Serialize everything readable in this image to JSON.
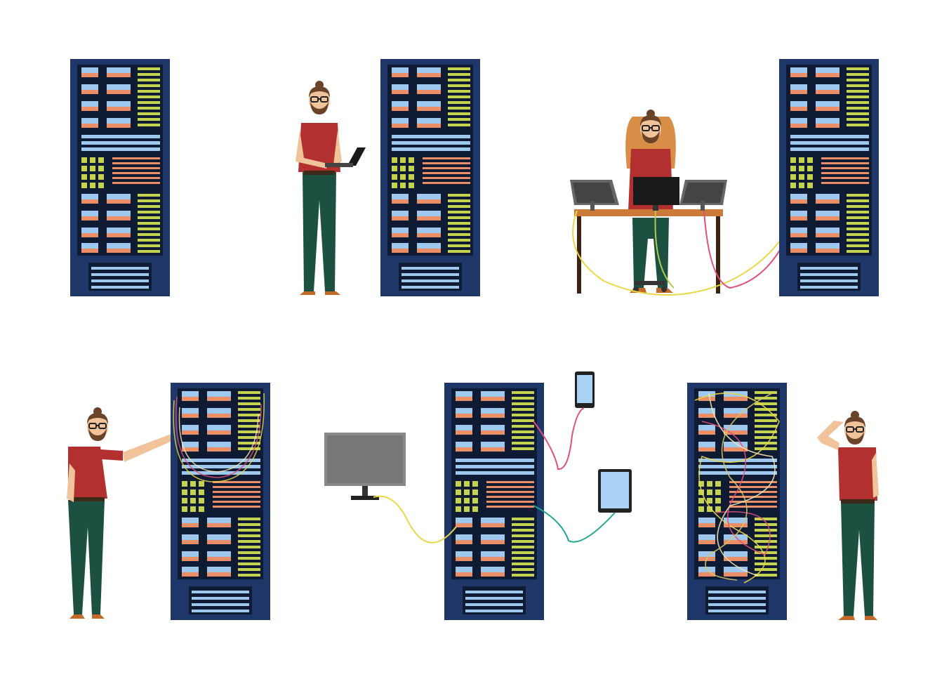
{
  "scenes": [
    {
      "name": "rack-standalone"
    },
    {
      "name": "admin-with-laptop"
    },
    {
      "name": "admin-at-desk"
    },
    {
      "name": "admin-touching-cables"
    },
    {
      "name": "rack-connected-devices"
    },
    {
      "name": "admin-confused-tangled-rack"
    }
  ],
  "colors": {
    "rack_body": "#1f3768",
    "rack_panel": "#0f1a33",
    "slot_blue": "#9fc8ee",
    "slot_orange": "#e98e66",
    "led_green": "#c4d24f",
    "shirt": "#b2302f",
    "pants": "#1c5142",
    "skin": "#f0c39a",
    "hair": "#6b4328",
    "monitor_gray": "#777777",
    "cable_yellow": "#e8d84a",
    "cable_pink": "#e2507a",
    "cable_teal": "#1ea88f"
  },
  "icons": [
    "server-rack-icon",
    "person-icon",
    "laptop-icon",
    "desk-icon",
    "monitor-icon",
    "smartphone-icon",
    "tablet-icon",
    "cable-icon"
  ]
}
